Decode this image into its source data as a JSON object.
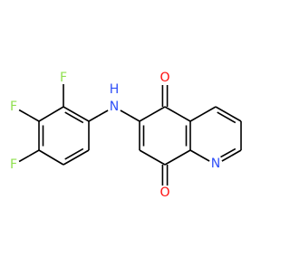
{
  "molecule": {
    "labels": {
      "o5": "O",
      "o8": "O",
      "n1": "N",
      "nh_n": "N",
      "nh_h": "H",
      "f2": "F",
      "f3": "F",
      "f4": "F"
    },
    "colors": {
      "carbon_bond": "#000000",
      "oxygen": "#ff0d0d",
      "nitrogen": "#3050f8",
      "fluorine": "#90e050"
    }
  }
}
